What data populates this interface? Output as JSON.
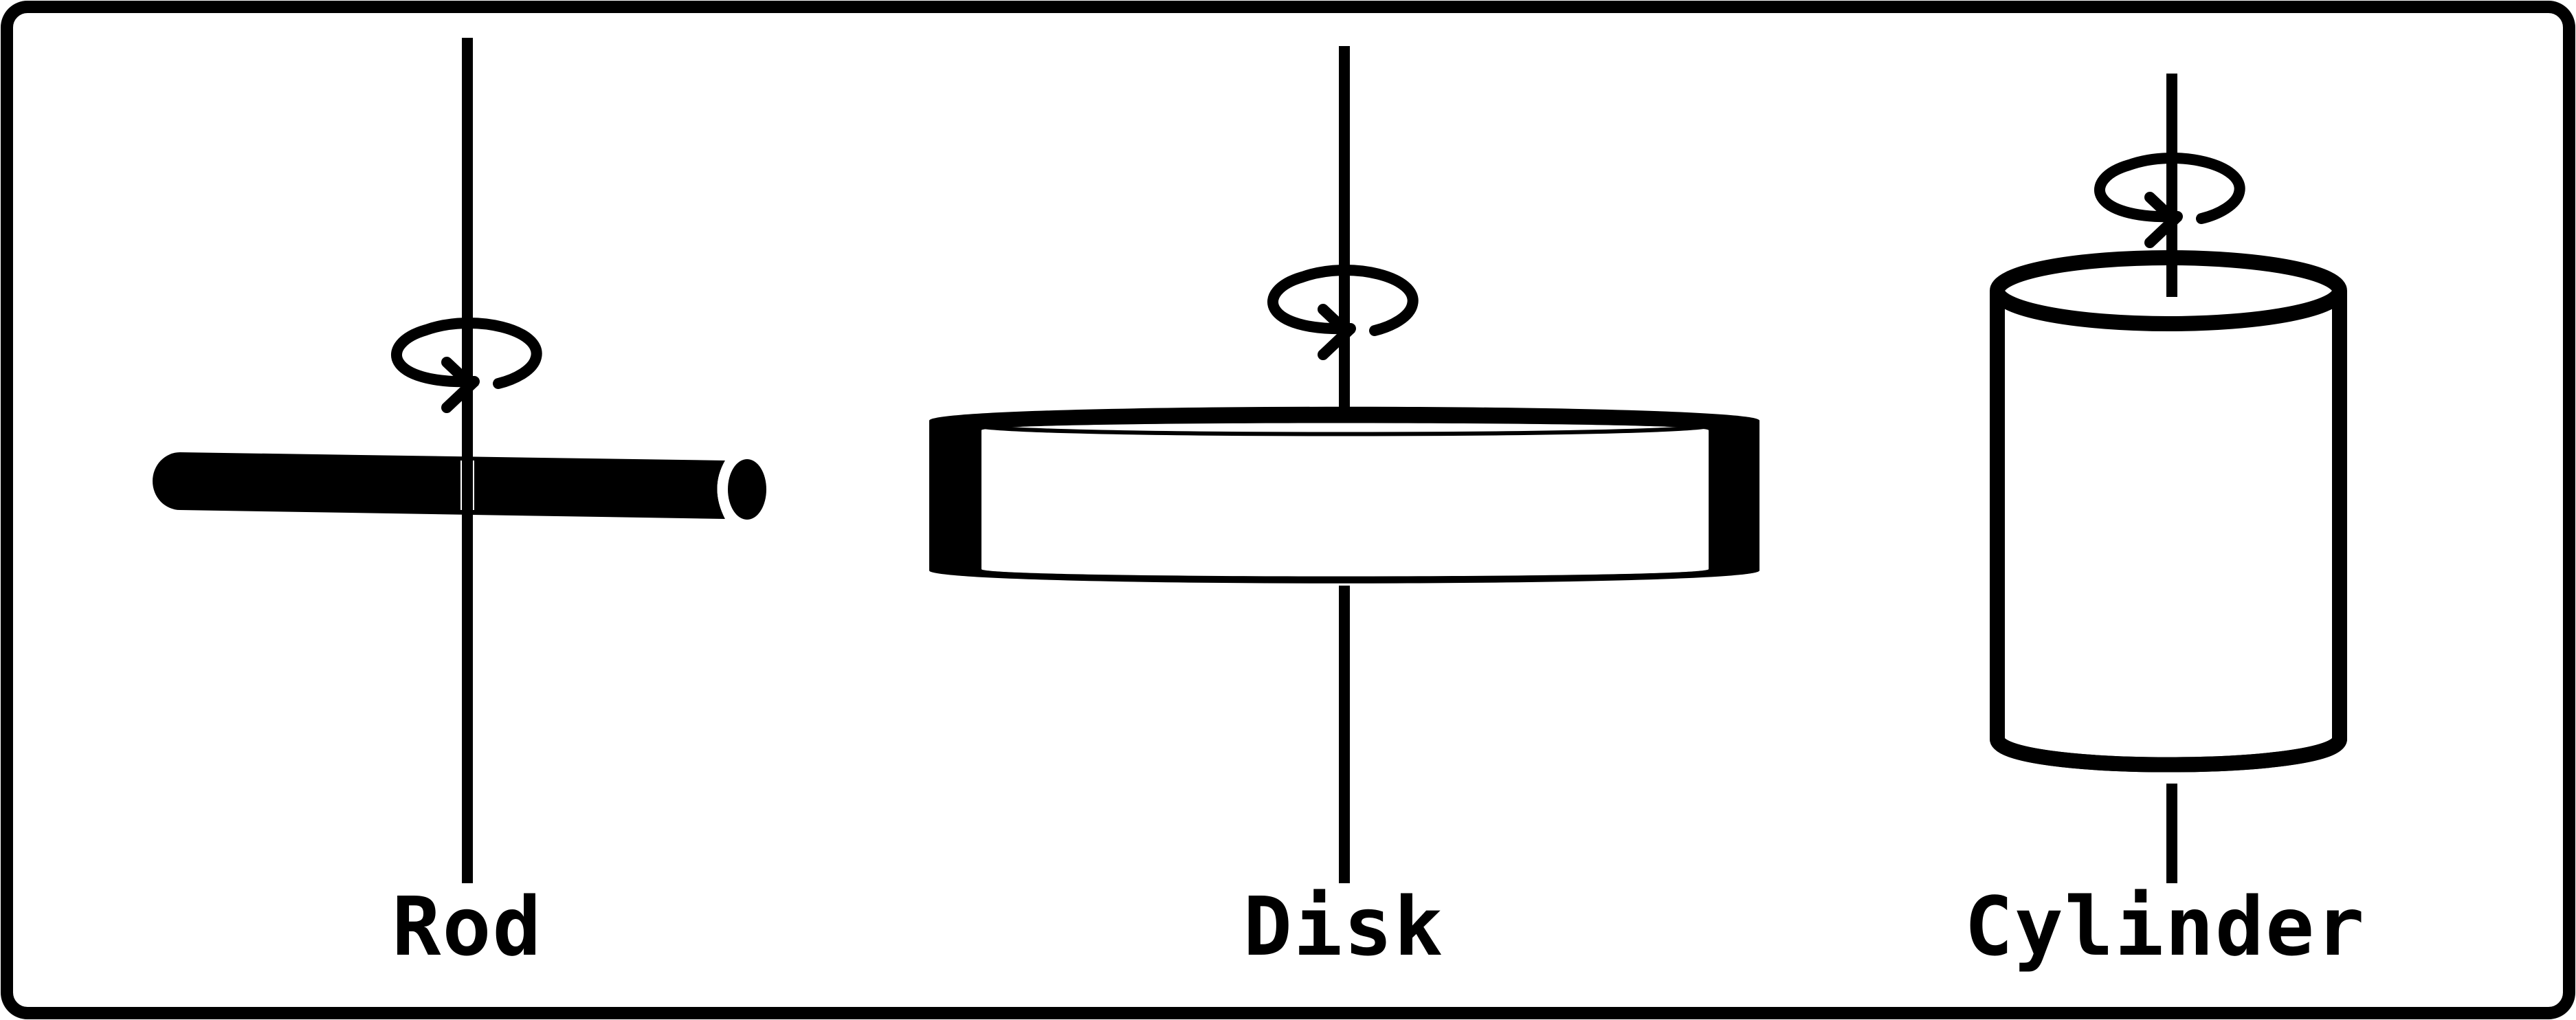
{
  "diagram": {
    "items": [
      {
        "label": "Rod"
      },
      {
        "label": "Disk"
      },
      {
        "label": "Cylinder"
      }
    ]
  },
  "colors": {
    "stroke": "#000000",
    "background": "#ffffff"
  }
}
